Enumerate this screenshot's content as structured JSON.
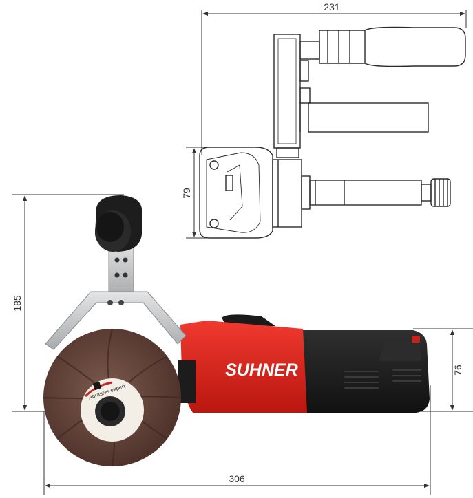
{
  "dimensions": {
    "top_width": "231",
    "top_height": "79",
    "overall_height": "185",
    "body_height": "76",
    "overall_length": "306"
  },
  "brand": {
    "logo_text": "SUHNER"
  },
  "disc_label": {
    "brand": "Abrasive expert"
  },
  "colors": {
    "housing_red": "#e0231c",
    "motor_black": "#1e1e1e",
    "disc_brown": "#6b4a3e",
    "line_drawing": "#2a2a2a",
    "guard_metal": "#c9cbcc"
  },
  "icons": {
    "arrow": "arrowhead",
    "handle": "grip-handle"
  }
}
